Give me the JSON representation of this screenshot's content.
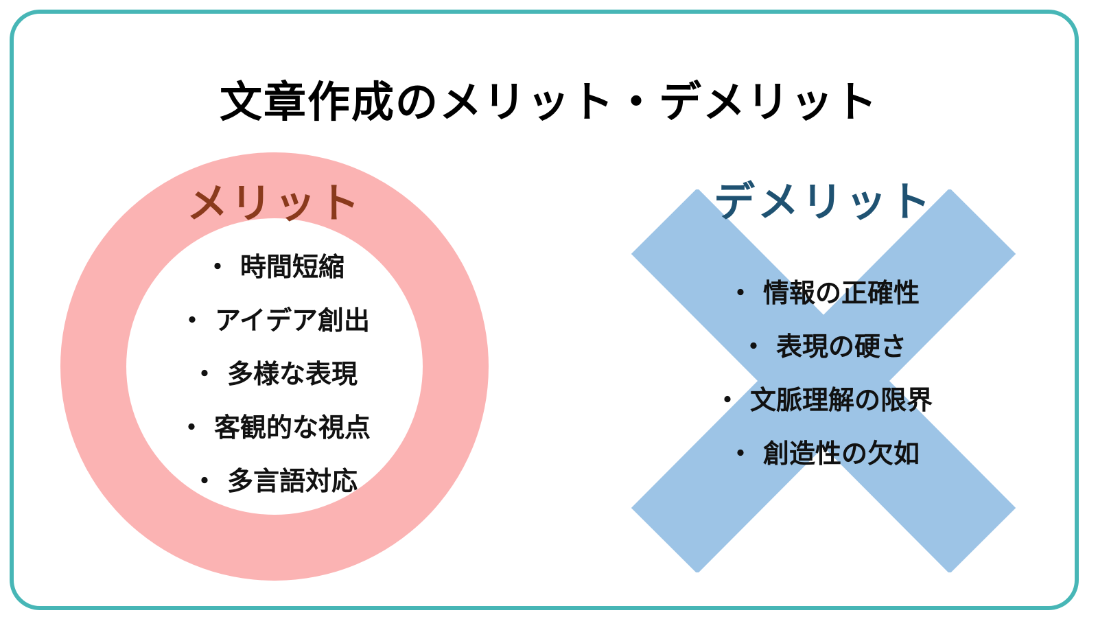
{
  "title": "文章作成のメリット・デメリット",
  "colors": {
    "frame": "#47b6b6",
    "merit_ring": "#fbb3b3",
    "merit_label": "#8a3a1c",
    "cross": "#9dc4e6",
    "demerit_label": "#1f5272"
  },
  "bullet": "・",
  "merit": {
    "label": "メリット",
    "items": [
      "時間短縮",
      "アイデア創出",
      "多様な表現",
      "客観的な視点",
      "多言語対応"
    ]
  },
  "demerit": {
    "label": "デメリット",
    "items": [
      "情報の正確性",
      "表現の硬さ",
      "文脈理解の限界",
      "創造性の欠如"
    ]
  }
}
